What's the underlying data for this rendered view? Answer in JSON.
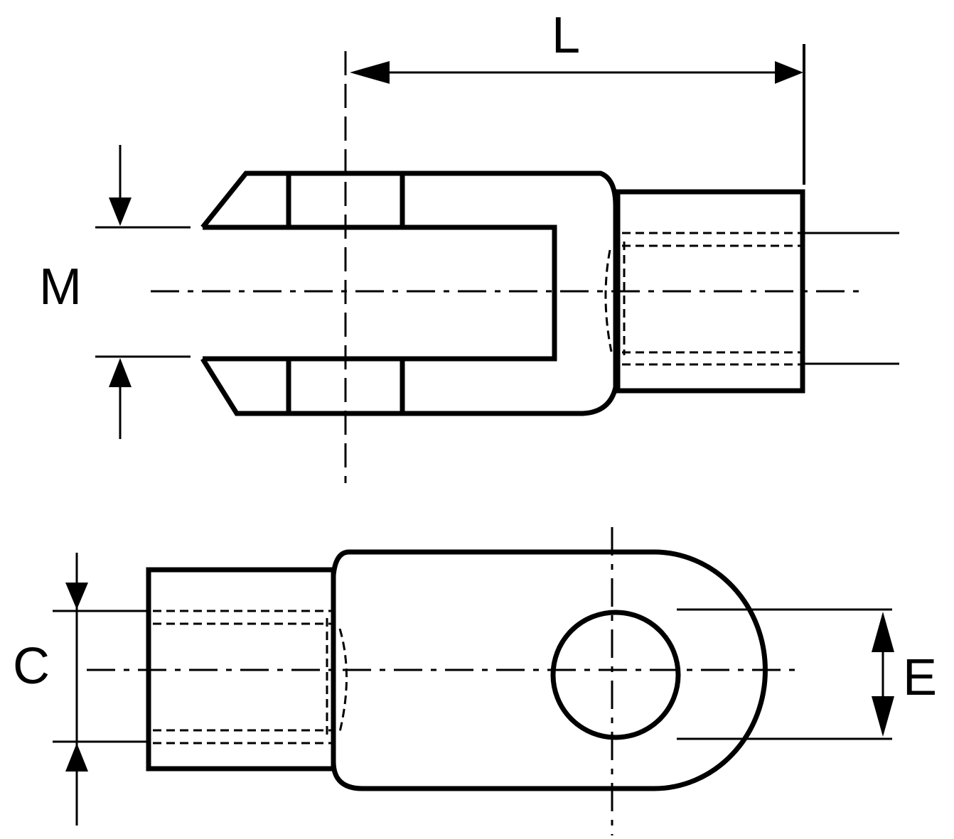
{
  "dimensions": {
    "length_label": "L",
    "thread_label": "M",
    "width_label": "C",
    "hole_label": "E"
  },
  "colors": {
    "line": "#000000",
    "background": "#ffffff"
  }
}
